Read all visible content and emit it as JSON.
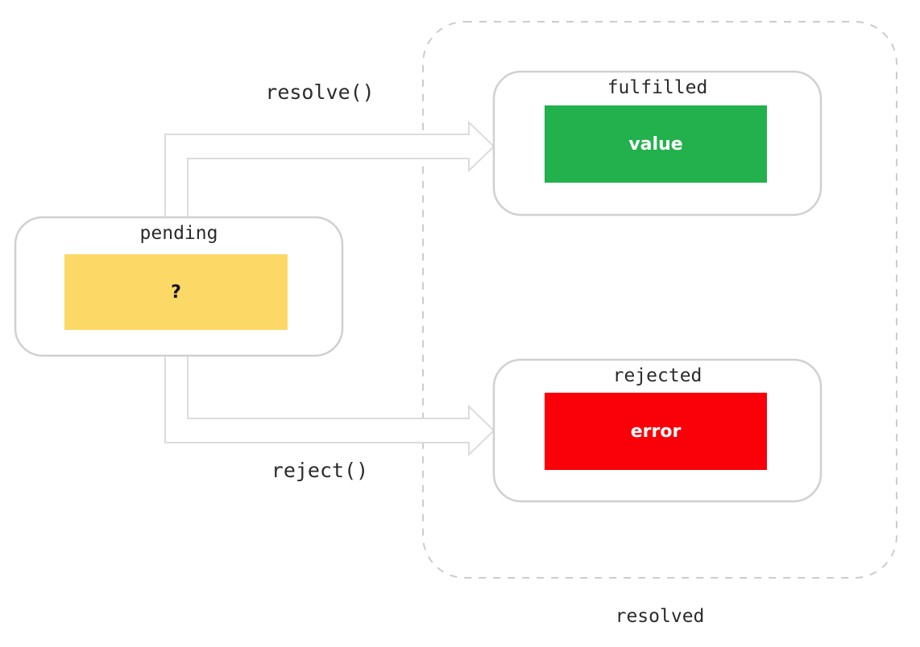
{
  "diagram": {
    "title_hidden": "",
    "background_color": "#ffffff",
    "box_stroke_color": "#d0d0d0",
    "arrow_stroke_color": "#d8d8d8",
    "dashed_stroke_color": "#cccccc",
    "text_color": "#2b2b2b"
  },
  "states": {
    "pending": {
      "label": "pending",
      "payload": "?",
      "payload_color": "#FCD966",
      "payload_text_color": "#111111"
    },
    "fulfilled": {
      "label": "fulfilled",
      "payload": "value",
      "payload_color": "#22B14C",
      "payload_text_color": "#ffffff"
    },
    "rejected": {
      "label": "rejected",
      "payload": "error",
      "payload_color": "#FA0008",
      "payload_text_color": "#ffffff"
    }
  },
  "transitions": {
    "resolve": {
      "label": "resolve()"
    },
    "reject": {
      "label": "reject()"
    }
  },
  "container": {
    "label": "resolved"
  }
}
